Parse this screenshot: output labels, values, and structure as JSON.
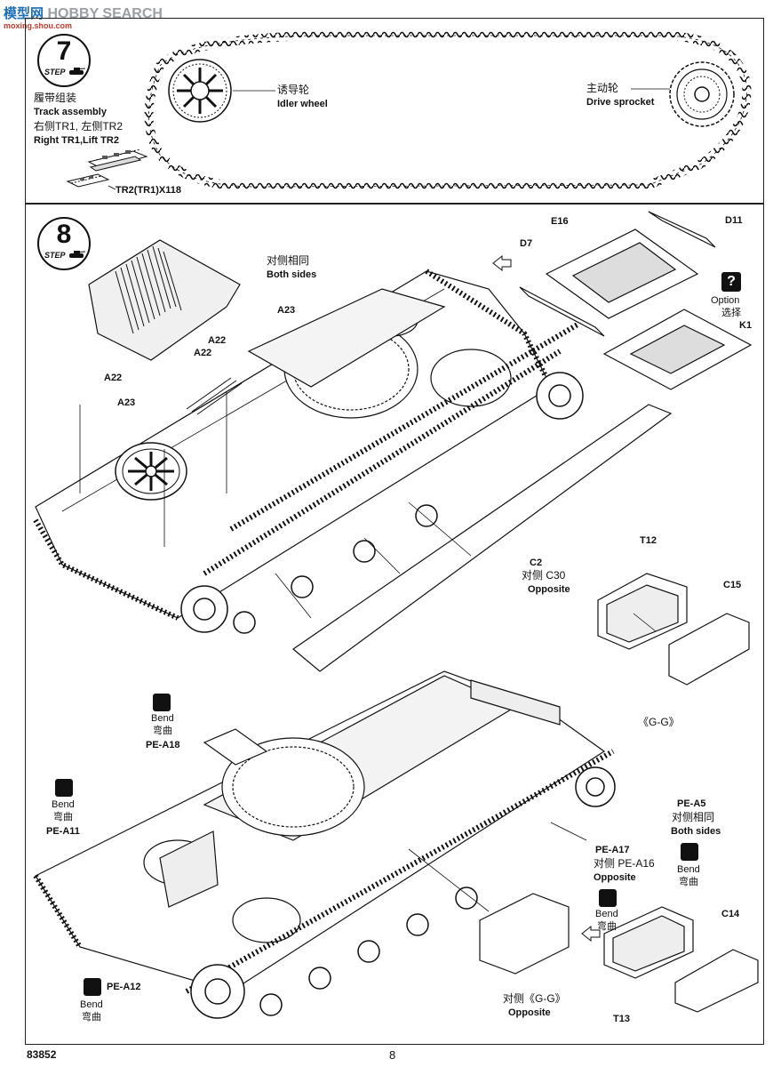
{
  "logo": {
    "cn": "模型网",
    "en": "HOBBY SEARCH",
    "sub": "moxing.shou.com"
  },
  "step7": {
    "number": "7",
    "step_word": "STEP",
    "title_cn": "履带组装",
    "title_en": "Track assembly",
    "sides_cn": "右侧TR1, 左侧TR2",
    "sides_en": "Right TR1,Lift TR2",
    "qty": "TR2(TR1)X118",
    "idler_cn": "诱导轮",
    "idler_en": "Idler wheel",
    "sprocket_cn": "主动轮",
    "sprocket_en": "Drive sprocket"
  },
  "step8": {
    "number": "8",
    "step_word": "STEP",
    "both_sides_cn": "对侧相同",
    "both_sides_en": "Both sides",
    "a23_1": "A23",
    "a22_1": "A22",
    "a22_2": "A22",
    "a23_2": "A23",
    "a22_3": "A22",
    "e16": "E16",
    "d11": "D11",
    "d7": "D7",
    "option_en": "Option",
    "option_cn": "选择",
    "k1": "K1",
    "c2": "C2",
    "c30_cn": "对侧 C30",
    "opposite": "Opposite",
    "t12": "T12",
    "c15": "C15",
    "gg": "《G-G》",
    "bend1_en": "Bend",
    "bend1_cn": "弯曲",
    "pe_a18": "PE-A18",
    "bend2_en": "Bend",
    "bend2_cn": "弯曲",
    "pe_a11": "PE-A11",
    "pe_a5": "PE-A5",
    "pe_a5_cn": "对侧相同",
    "pe_a5_en": "Both sides",
    "bend3_en": "Bend",
    "bend3_cn": "弯曲",
    "pe_a17": "PE-A17",
    "pe_a16_cn": "对侧 PE-A16",
    "pe_a16_en": "Opposite",
    "bend4_en": "Bend",
    "bend4_cn": "弯曲",
    "c14": "C14",
    "pe_a12": "PE-A12",
    "bend5_en": "Bend",
    "bend5_cn": "弯曲",
    "gg_cn": "对侧《G-G》",
    "gg_en": "Opposite",
    "t13": "T13"
  },
  "footer": {
    "kit_number": "83852",
    "page_number": "8"
  }
}
